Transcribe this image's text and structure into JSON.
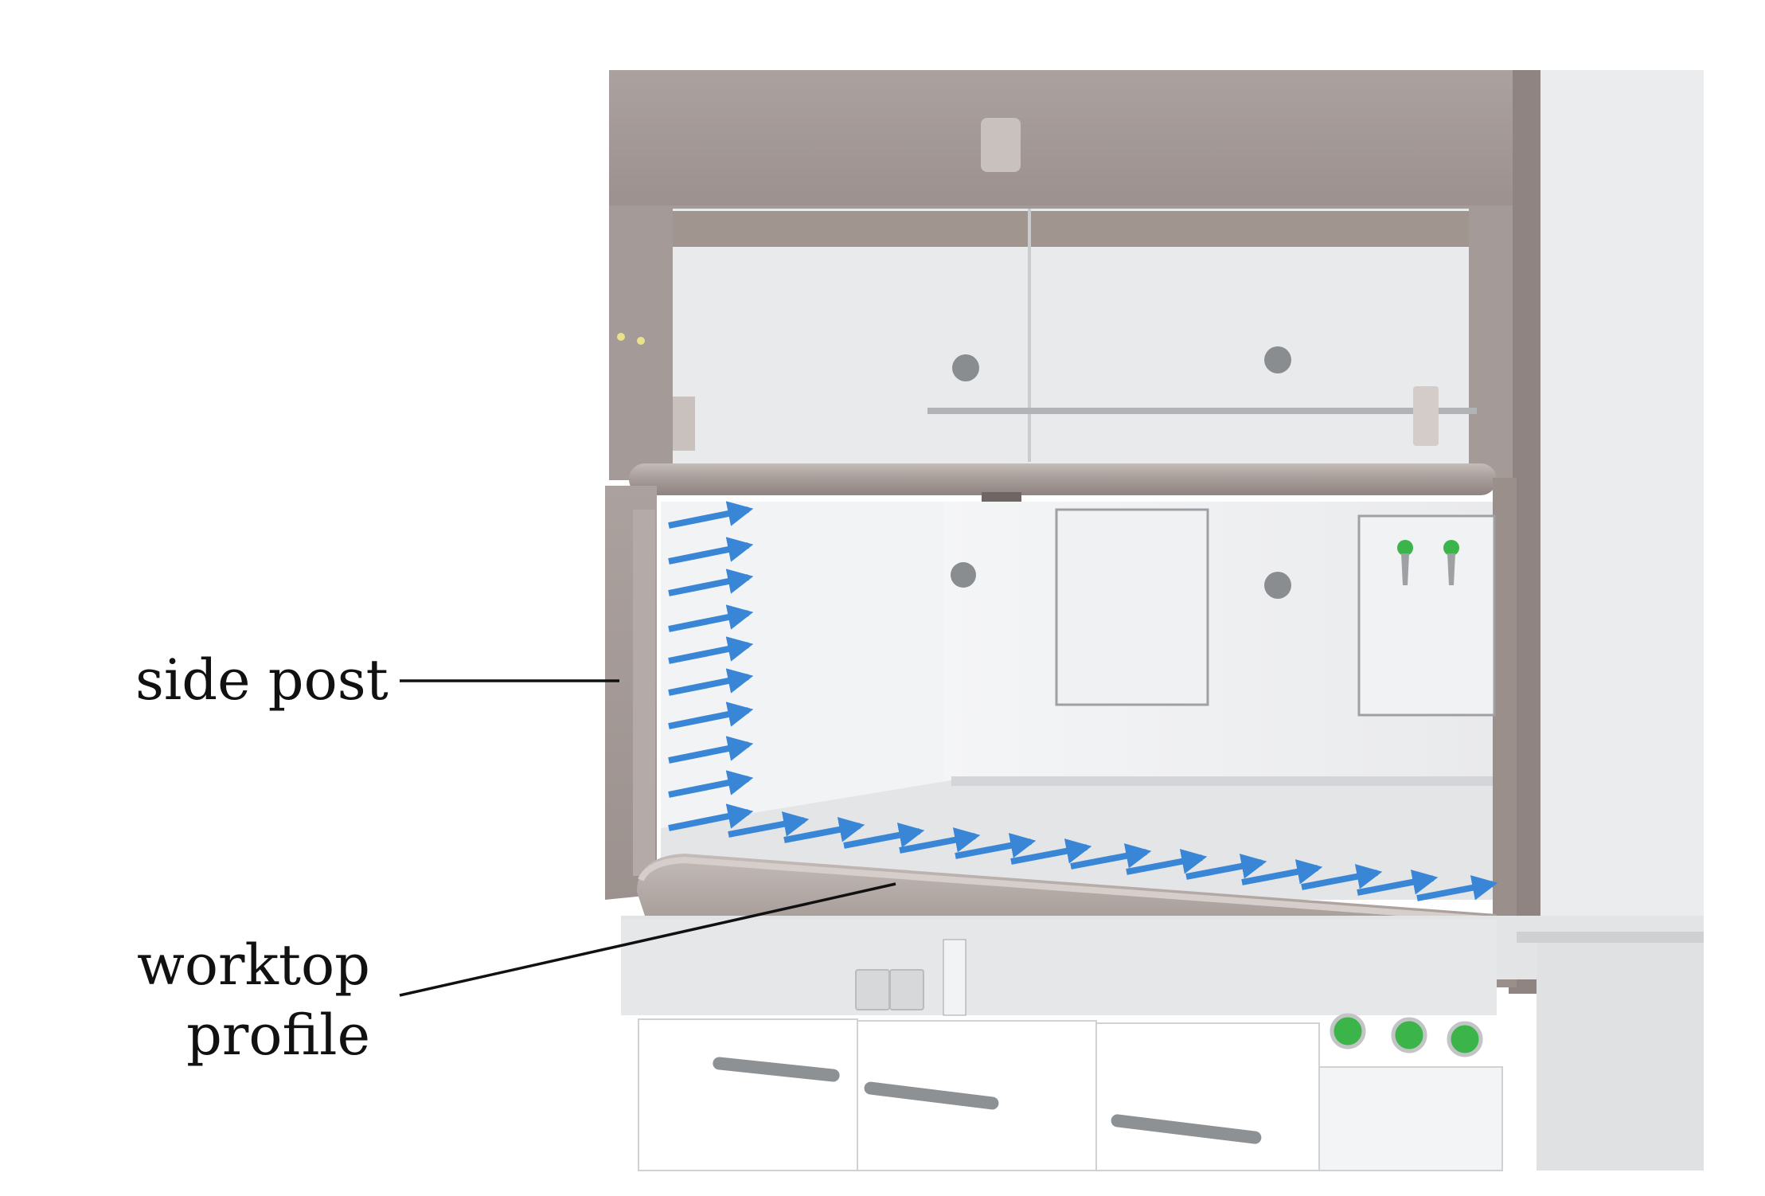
{
  "labels": {
    "side_post": "side post",
    "worktop_profile_line1": "worktop",
    "worktop_profile_line2": "profile"
  },
  "colors": {
    "frame": "#a79c98",
    "frame_dark": "#8f8481",
    "interior": "#f0f1f2",
    "airflow_arrow": "#3a86d6",
    "base_cabinet": "#e6e7e8",
    "indicator_green": "#3bb54a"
  },
  "icons": [
    "airflow-arrow",
    "valve-knob",
    "gas-tap",
    "power-socket",
    "control-knob"
  ]
}
